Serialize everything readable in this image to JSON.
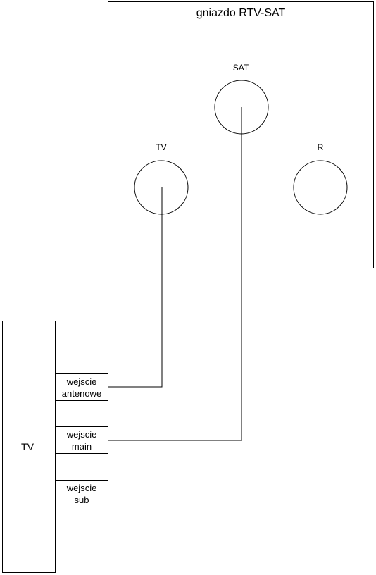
{
  "socket": {
    "title": "gniazdo RTV-SAT",
    "ports": {
      "sat": {
        "label": "SAT"
      },
      "tv": {
        "label": "TV"
      },
      "r": {
        "label": "R"
      }
    }
  },
  "tv": {
    "label": "TV",
    "inputs": [
      {
        "line1": "wejscie",
        "line2": "antenowe"
      },
      {
        "line1": "wejscie",
        "line2": "main"
      },
      {
        "line1": "wejscie",
        "line2": "sub"
      }
    ]
  },
  "colors": {
    "line": "#000000",
    "background": "#ffffff"
  }
}
